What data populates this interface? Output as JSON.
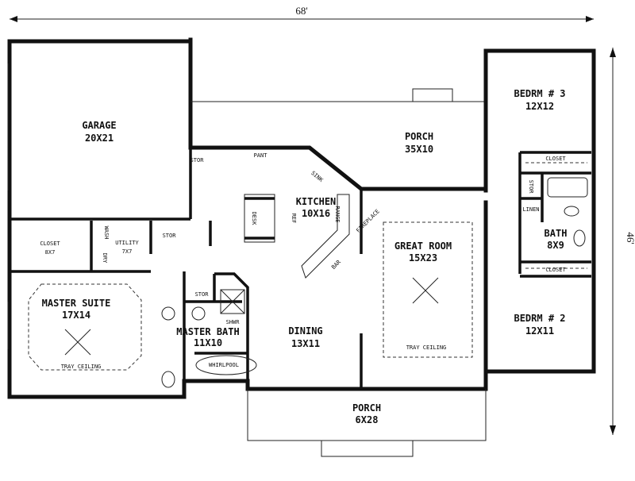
{
  "dimensions": {
    "width": "68'",
    "depth": "46'"
  },
  "rooms": {
    "garage": {
      "name": "GARAGE",
      "size": "20X21"
    },
    "porch_rear": {
      "name": "PORCH",
      "size": "35X10"
    },
    "bedroom3": {
      "name": "BEDRM # 3",
      "size": "12X12"
    },
    "closet_bed3": {
      "name": "CLOSET"
    },
    "bath": {
      "name": "BATH",
      "size": "8X9"
    },
    "stor_bath": {
      "name": "STOR"
    },
    "linen": {
      "name": "LINEN"
    },
    "closet_bed2": {
      "name": "CLOSET"
    },
    "bedroom2": {
      "name": "BEDRM # 2",
      "size": "12X11"
    },
    "kitchen": {
      "name": "KITCHEN",
      "size": "10X16"
    },
    "pantry": {
      "name": "PANT"
    },
    "stor_garage": {
      "name": "STOR"
    },
    "desk": {
      "name": "DESK"
    },
    "ref": {
      "name": "REF"
    },
    "sink": {
      "name": "SINK"
    },
    "range": {
      "name": "RANGE"
    },
    "bar": {
      "name": "BAR"
    },
    "fireplace": {
      "name": "FIREPLACE"
    },
    "great_room": {
      "name": "GREAT ROOM",
      "size": "15X23",
      "note": "TRAY CEILING"
    },
    "closet_master": {
      "name": "CLOSET",
      "size": "8X7"
    },
    "utility": {
      "name": "UTILITY",
      "size": "7X7",
      "wash": "WASH",
      "dry": "DRY"
    },
    "stor_utility": {
      "name": "STOR"
    },
    "master_suite": {
      "name": "MASTER SUITE",
      "size": "17X14",
      "note": "TRAY CEILING"
    },
    "master_bath": {
      "name": "MASTER BATH",
      "size": "11X10",
      "shower": "SHWR",
      "whirlpool": "WHIRLPOOL"
    },
    "stor_master_bath": {
      "name": "STOR"
    },
    "dining": {
      "name": "DINING",
      "size": "13X11"
    },
    "porch_front": {
      "name": "PORCH",
      "size": "6X28"
    }
  }
}
